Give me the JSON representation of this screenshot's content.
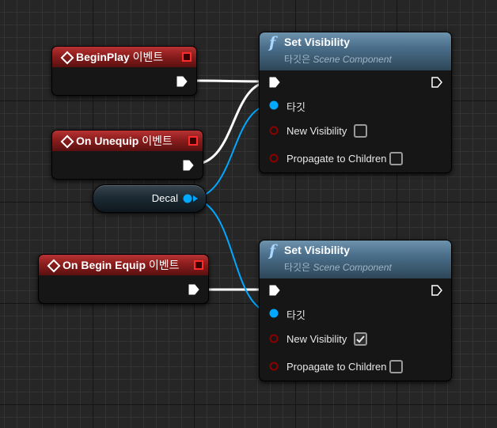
{
  "events": [
    {
      "title": "BeginPlay",
      "suffix": "이벤트"
    },
    {
      "title": "On Unequip",
      "suffix": "이벤트"
    },
    {
      "title": "On Begin Equip",
      "suffix": "이벤트"
    }
  ],
  "variable": {
    "label": "Decal",
    "color": "#00a8ff"
  },
  "functions": [
    {
      "icon": "f",
      "title": "Set Visibility",
      "target_prefix": "타깃은",
      "target_class": "Scene Component",
      "target_pin_label": "타깃",
      "new_visibility_label": "New Visibility",
      "new_visibility_checked": false,
      "propagate_label": "Propagate to Children",
      "propagate_checked": false
    },
    {
      "icon": "f",
      "title": "Set Visibility",
      "target_prefix": "타깃은",
      "target_class": "Scene Component",
      "target_pin_label": "타깃",
      "new_visibility_label": "New Visibility",
      "new_visibility_checked": true,
      "propagate_label": "Propagate to Children",
      "propagate_checked": false
    }
  ],
  "colors": {
    "event_header": "#8c1d1d",
    "function_header": "#4a6e8a",
    "object_pin": "#00a8ff",
    "bool_pin": "#8c0000",
    "exec_wire": "#ffffff"
  }
}
